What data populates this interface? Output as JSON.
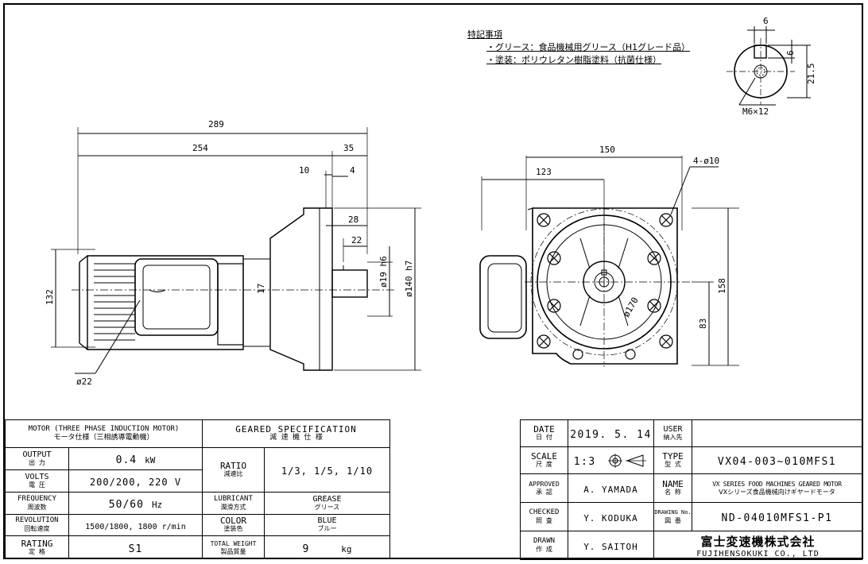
{
  "notes": {
    "heading": "特記事項",
    "lines": [
      "・グリース：食品機械用グリース（H1グレード品）",
      "・塗装：ポリウレタン樹脂塗料（抗菌仕様）"
    ]
  },
  "shaft_dims": {
    "key_width": "6",
    "key_depth": "6",
    "height": "21.5",
    "tap": "M6×12"
  },
  "side_dims": {
    "overall": "289",
    "body": "254",
    "shaft": "35",
    "flange": "10",
    "spigot": "4",
    "key_len": "28",
    "key_len2": "22",
    "shaft_dia": "ø19 h6",
    "pilot_dia": "ø140 h7",
    "height": "132",
    "center": "17",
    "lead_dia": "ø22"
  },
  "front_dims": {
    "width": "150",
    "half": "123",
    "holes": "4-ø10",
    "height": "158",
    "center": "83",
    "pcd": "ø170"
  },
  "motor_table": {
    "header_en": "MOTOR (THREE PHASE INDUCTION MOTOR)",
    "header_jp": "モータ仕様（三相誘導電動機）",
    "geared_en": "GEARED SPECIFICATION",
    "geared_jp": "減 速 機 仕 様",
    "output_en": "OUTPUT",
    "output_jp": "出 力",
    "output_val": "0.4",
    "output_unit": "kW",
    "volts_en": "VOLTS",
    "volts_jp": "電 圧",
    "volts_val": "200/200, 220 V",
    "freq_en": "FREQUENCY",
    "freq_jp": "周波数",
    "freq_val": "50/60",
    "freq_unit": "Hz",
    "rev_en": "REVOLUTION",
    "rev_jp": "回転速度",
    "rev_val": "1500/1800, 1800 r/min",
    "rating_en": "RATING",
    "rating_jp": "定 格",
    "rating_val": "S1",
    "ratio_en": "RATIO",
    "ratio_jp": "減速比",
    "ratio_val": "1/3, 1/5, 1/10",
    "lub_en": "LUBRICANT",
    "lub_jp": "潤滑方式",
    "lub_val_en": "GREASE",
    "lub_val_jp": "グリース",
    "color_en": "COLOR",
    "color_jp": "塗装色",
    "color_val_en": "BLUE",
    "color_val_jp": "ブルー",
    "weight_en": "TOTAL WEIGHT",
    "weight_jp": "製品質量",
    "weight_val": "9",
    "weight_unit": "kg"
  },
  "title_block": {
    "date_en": "DATE",
    "date_jp": "日 付",
    "date_val": "2019. 5. 14",
    "user_en": "USER",
    "user_jp": "納入先",
    "user_val": "",
    "scale_en": "SCALE",
    "scale_jp": "尺 度",
    "scale_val": "1:3",
    "type_en": "TYPE",
    "type_jp": "型 式",
    "type_val": "VX04-003~010MFS1",
    "approved_en": "APPROVED",
    "approved_jp": "承 認",
    "approved_val": "A. YAMADA",
    "name_en": "NAME",
    "name_jp": "名 称",
    "name_val_en": "VX SERIES FOOD MACHINES GEARED MOTOR",
    "name_val_jp": "VXシリーズ食品機械向けギヤードモータ",
    "checked_en": "CHECKED",
    "checked_jp": "照 査",
    "checked_val": "Y. KODUKA",
    "drawing_en": "DRAWING No.",
    "drawing_jp": "図 番",
    "drawing_val": "ND-04010MFS1-P1",
    "drawn_en": "DRAWN",
    "drawn_jp": "作 成",
    "drawn_val": "Y. SAITOH",
    "company_jp": "富士変速機株式会社",
    "company_en": "FUJIHENSOKUKI CO., LTD"
  }
}
